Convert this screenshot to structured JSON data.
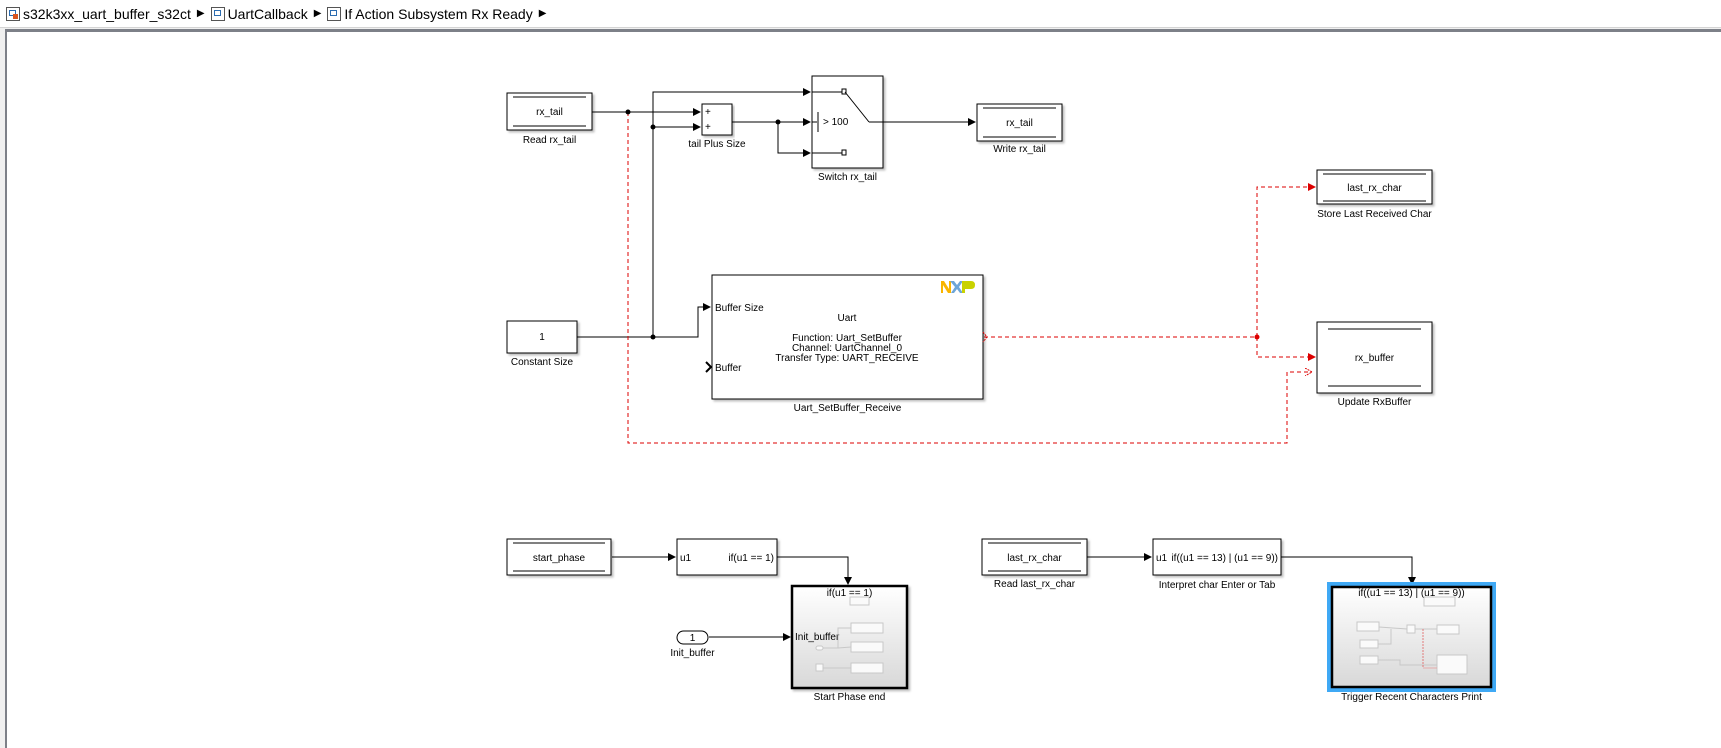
{
  "breadcrumb": {
    "items": [
      {
        "label": "s32k3xx_uart_buffer_s32ct",
        "icon": "model-icon"
      },
      {
        "label": "UartCallback",
        "icon": "subsystem-icon"
      },
      {
        "label": "If Action Subsystem Rx Ready",
        "icon": "subsystem-icon"
      }
    ]
  },
  "blocks": {
    "read_rx_tail": {
      "text": "rx_tail",
      "label": "Read rx_tail"
    },
    "tail_plus_size": {
      "port1": "+",
      "port2": "+",
      "label": "tail Plus Size"
    },
    "switch_rx_tail": {
      "threshold": "> 100",
      "label": "Switch rx_tail"
    },
    "write_rx_tail": {
      "text": "rx_tail",
      "label": "Write rx_tail"
    },
    "constant_size": {
      "value": "1",
      "label": "Constant Size"
    },
    "uart": {
      "title": "Uart",
      "function": "Function: Uart_SetBuffer",
      "channel": "Channel: UartChannel_0",
      "transfer": "Transfer Type: UART_RECEIVE",
      "port_buffer_size": "Buffer Size",
      "port_buffer": "Buffer",
      "logo": "NXP",
      "label": "Uart_SetBuffer_Receive"
    },
    "store_last": {
      "text": "last_rx_char",
      "label": "Store Last Received Char"
    },
    "update_rxbuffer": {
      "text": "rx_buffer",
      "label": "Update RxBuffer"
    },
    "start_phase": {
      "text": "start_phase"
    },
    "if_start": {
      "input": "u1",
      "condition": "if(u1 == 1)"
    },
    "start_phase_end": {
      "header": "if(u1 == 1)",
      "port": "Init_buffer",
      "label": "Start Phase end"
    },
    "init_buffer": {
      "value": "1",
      "label": "Init_buffer"
    },
    "read_last_rx_char": {
      "text": "last_rx_char",
      "label": "Read last_rx_char"
    },
    "interpret_char": {
      "input": "u1",
      "condition": "if((u1 == 13) | (u1 == 9))",
      "label": "Interpret char Enter or Tab"
    },
    "trigger_print": {
      "header": "if((u1 == 13) | (u1 == 9))",
      "label": "Trigger Recent Characters Print"
    }
  },
  "colors": {
    "signal": "#000000",
    "bus_signal": "#dd0000",
    "selection": "#3fa9f5",
    "nxp_yellow": "#f9b500",
    "nxp_blue": "#6ea6d8",
    "nxp_green": "#c9d200"
  }
}
